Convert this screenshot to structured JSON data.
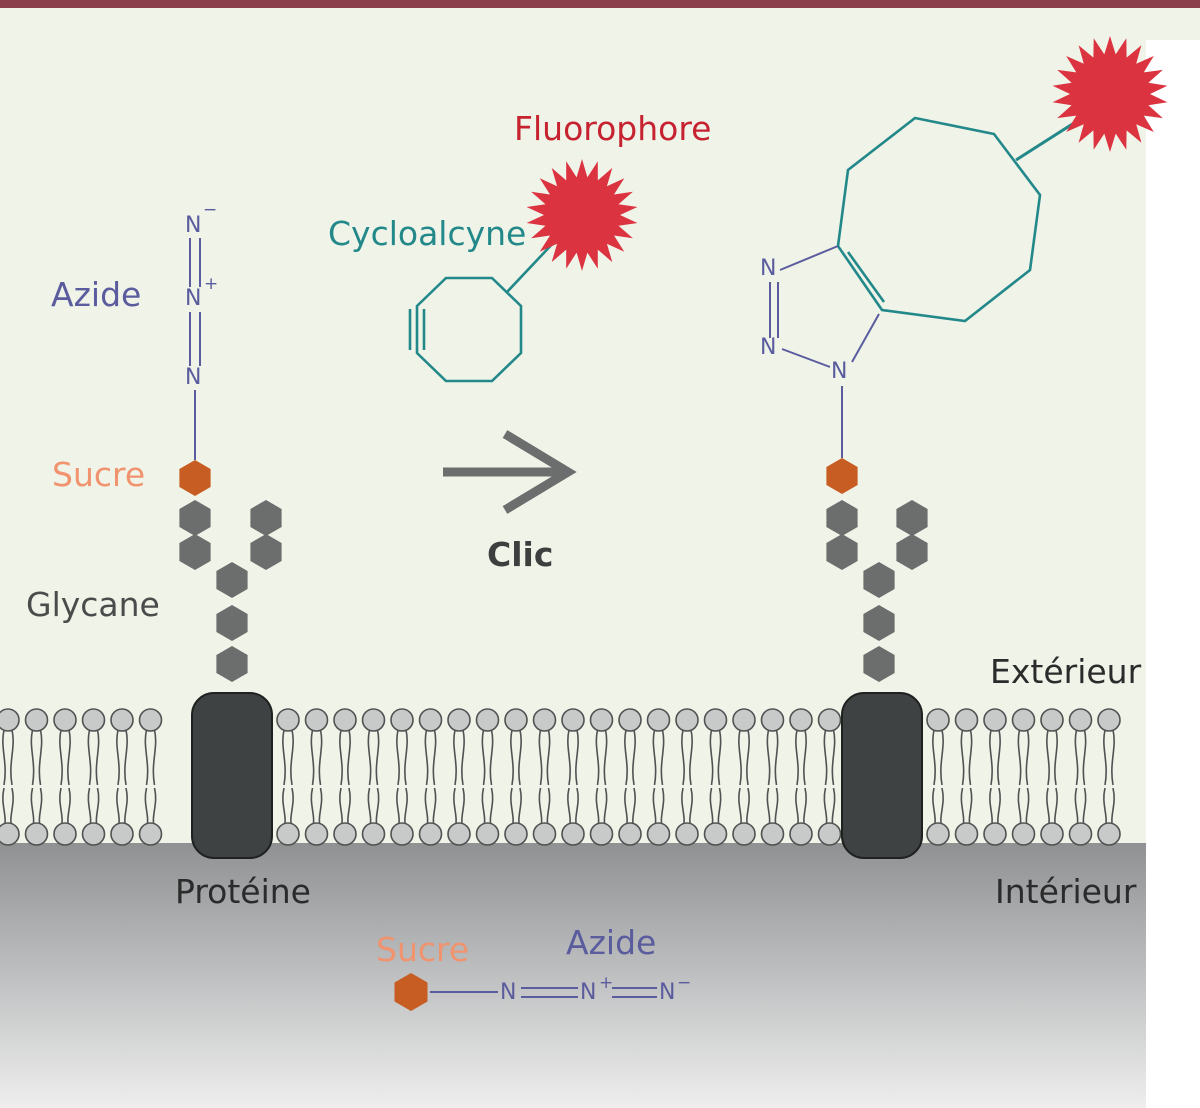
{
  "labels": {
    "fluorophore": "Fluorophore",
    "cycloalcyne": "Cycloalcyne",
    "azide_top": "Azide",
    "sucre_top": "Sucre",
    "glycane": "Glycane",
    "clic": "Clic",
    "exterieur": "Extérieur",
    "interieur": "Intérieur",
    "proteine": "Protéine",
    "sucre_bottom": "Sucre",
    "azide_bottom": "Azide"
  },
  "atoms": {
    "n": "N",
    "minus": "−",
    "plus": "+"
  },
  "colors": {
    "frame_top": "#8b3f4b",
    "background": "#eff3e8",
    "azide": "#5a5c9e",
    "sugar": "#c75d22",
    "sugar_label": "#f0936e",
    "glycan": "#6c6e6e",
    "cycloalkyne": "#23888a",
    "fluorophore": "#dc3340",
    "protein": "#3f4242",
    "lipid_head": "#c8c9c9",
    "cytoplasm_top": "#8f9193",
    "cytoplasm_bottom": "#eeeeee"
  },
  "icons": [
    "fluorophore-star-icon",
    "hexagon-icon",
    "arrow-right-icon",
    "lipid-icon"
  ]
}
